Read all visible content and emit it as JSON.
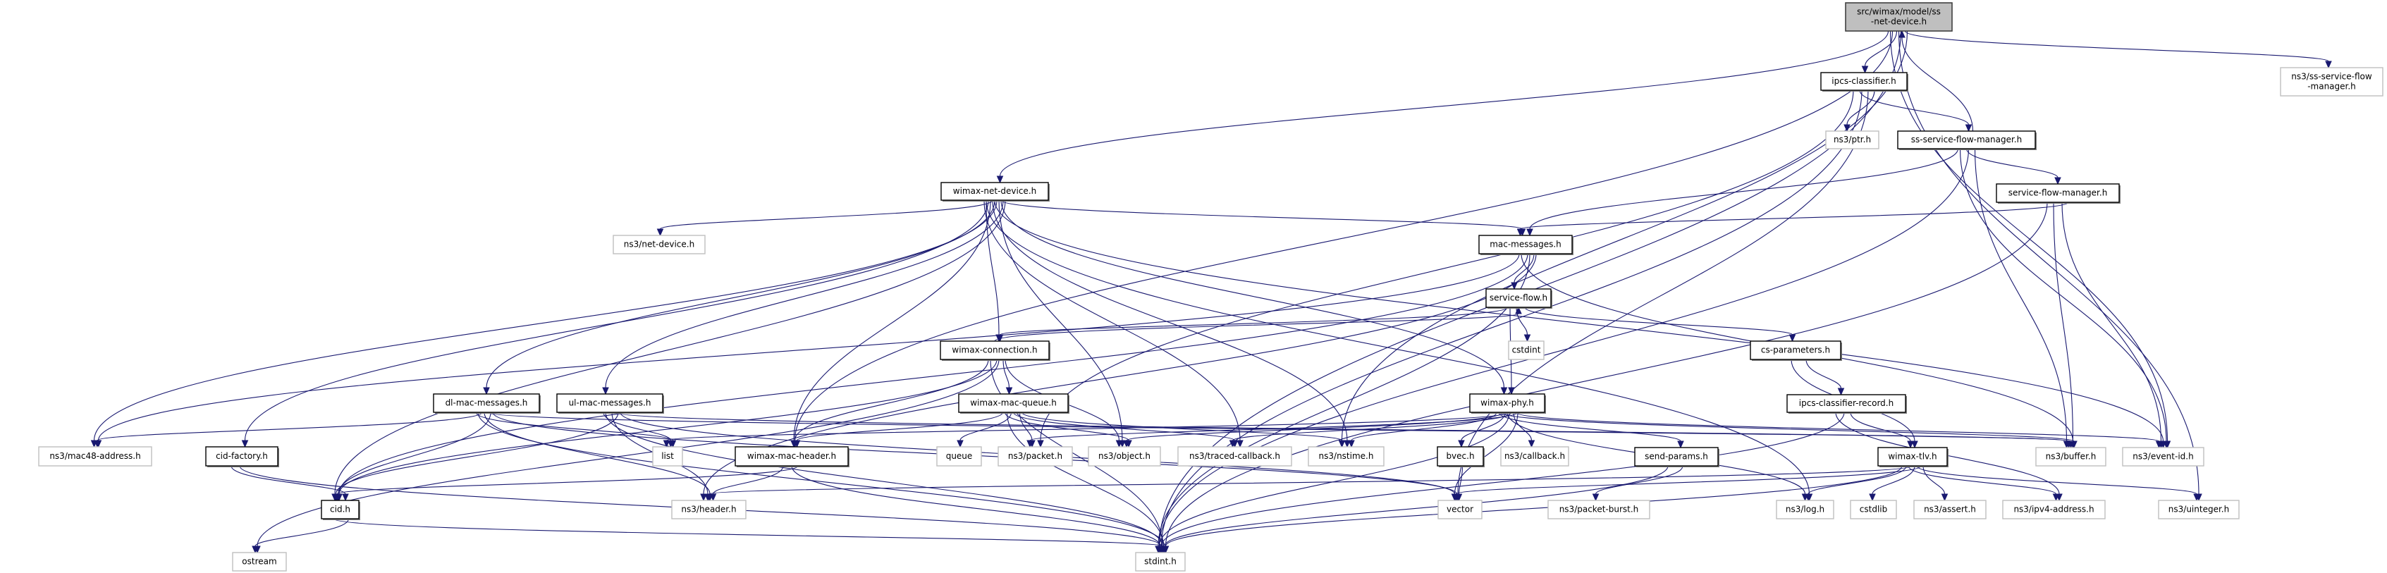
{
  "colors": {
    "edge": "#191970",
    "root_fill": "#bfbfbf",
    "external_border": "#bfbfbf",
    "internal_border": "#000000"
  },
  "nodes": [
    {
      "id": "root",
      "label": [
        "src/wimax/model/ss",
        "-net-device.h"
      ],
      "kind": "root"
    },
    {
      "id": "ns3ssfm",
      "label": [
        "ns3/ss-service-flow",
        "-manager.h"
      ],
      "kind": "external"
    },
    {
      "id": "ipcs",
      "label": [
        "ipcs-classifier.h"
      ],
      "kind": "internal"
    },
    {
      "id": "ptr",
      "label": [
        "ns3/ptr.h"
      ],
      "kind": "external"
    },
    {
      "id": "ssfm",
      "label": [
        "ss-service-flow-manager.h"
      ],
      "kind": "internal"
    },
    {
      "id": "sfm",
      "label": [
        "service-flow-manager.h"
      ],
      "kind": "internal"
    },
    {
      "id": "wnd",
      "label": [
        "wimax-net-device.h"
      ],
      "kind": "internal"
    },
    {
      "id": "netdev",
      "label": [
        "ns3/net-device.h"
      ],
      "kind": "external"
    },
    {
      "id": "macmsg",
      "label": [
        "mac-messages.h"
      ],
      "kind": "internal"
    },
    {
      "id": "sflow",
      "label": [
        "service-flow.h"
      ],
      "kind": "internal"
    },
    {
      "id": "cstdint",
      "label": [
        "cstdint"
      ],
      "kind": "external"
    },
    {
      "id": "csparam",
      "label": [
        "cs-parameters.h"
      ],
      "kind": "internal"
    },
    {
      "id": "wconn",
      "label": [
        "wimax-connection.h"
      ],
      "kind": "internal"
    },
    {
      "id": "icr",
      "label": [
        "ipcs-classifier-record.h"
      ],
      "kind": "internal"
    },
    {
      "id": "dlmac",
      "label": [
        "dl-mac-messages.h"
      ],
      "kind": "internal"
    },
    {
      "id": "ulmac",
      "label": [
        "ul-mac-messages.h"
      ],
      "kind": "internal"
    },
    {
      "id": "wmq",
      "label": [
        "wimax-mac-queue.h"
      ],
      "kind": "internal"
    },
    {
      "id": "wphy",
      "label": [
        "wimax-phy.h"
      ],
      "kind": "internal"
    },
    {
      "id": "mac48",
      "label": [
        "ns3/mac48-address.h"
      ],
      "kind": "external"
    },
    {
      "id": "cidf",
      "label": [
        "cid-factory.h"
      ],
      "kind": "internal"
    },
    {
      "id": "list",
      "label": [
        "list"
      ],
      "kind": "external"
    },
    {
      "id": "wmh",
      "label": [
        "wimax-mac-header.h"
      ],
      "kind": "internal"
    },
    {
      "id": "queue",
      "label": [
        "queue"
      ],
      "kind": "external"
    },
    {
      "id": "packet",
      "label": [
        "ns3/packet.h"
      ],
      "kind": "external"
    },
    {
      "id": "object",
      "label": [
        "ns3/object.h"
      ],
      "kind": "external"
    },
    {
      "id": "tcb",
      "label": [
        "ns3/traced-callback.h"
      ],
      "kind": "external"
    },
    {
      "id": "nstime",
      "label": [
        "ns3/nstime.h"
      ],
      "kind": "external"
    },
    {
      "id": "bvec",
      "label": [
        "bvec.h"
      ],
      "kind": "internal"
    },
    {
      "id": "callback",
      "label": [
        "ns3/callback.h"
      ],
      "kind": "external"
    },
    {
      "id": "sendp",
      "label": [
        "send-params.h"
      ],
      "kind": "internal"
    },
    {
      "id": "tlv",
      "label": [
        "wimax-tlv.h"
      ],
      "kind": "internal"
    },
    {
      "id": "buffer",
      "label": [
        "ns3/buffer.h"
      ],
      "kind": "external"
    },
    {
      "id": "eventid",
      "label": [
        "ns3/event-id.h"
      ],
      "kind": "external"
    },
    {
      "id": "cid",
      "label": [
        "cid.h"
      ],
      "kind": "internal"
    },
    {
      "id": "header",
      "label": [
        "ns3/header.h"
      ],
      "kind": "external"
    },
    {
      "id": "vector",
      "label": [
        "vector"
      ],
      "kind": "external"
    },
    {
      "id": "pburst",
      "label": [
        "ns3/packet-burst.h"
      ],
      "kind": "external"
    },
    {
      "id": "log",
      "label": [
        "ns3/log.h"
      ],
      "kind": "external"
    },
    {
      "id": "cstdlib",
      "label": [
        "cstdlib"
      ],
      "kind": "external"
    },
    {
      "id": "assert",
      "label": [
        "ns3/assert.h"
      ],
      "kind": "external"
    },
    {
      "id": "ipv4",
      "label": [
        "ns3/ipv4-address.h"
      ],
      "kind": "external"
    },
    {
      "id": "uinteger",
      "label": [
        "ns3/uinteger.h"
      ],
      "kind": "external"
    },
    {
      "id": "ostream",
      "label": [
        "ostream"
      ],
      "kind": "external"
    },
    {
      "id": "stdint",
      "label": [
        "stdint.h"
      ],
      "kind": "external"
    }
  ],
  "edges": [
    [
      "root",
      "wnd"
    ],
    [
      "root",
      "ipcs"
    ],
    [
      "root",
      "ns3ssfm"
    ],
    [
      "root",
      "eventid"
    ],
    [
      "root",
      "uinteger"
    ],
    [
      "root",
      "nstime"
    ],
    [
      "root",
      "wmh"
    ],
    [
      "root",
      "stdint"
    ],
    [
      "ipcs",
      "ptr"
    ],
    [
      "ipcs",
      "ssfm"
    ],
    [
      "ipcs",
      "vector"
    ],
    [
      "ipcs",
      "packet"
    ],
    [
      "ipcs",
      "stdint"
    ],
    [
      "ssfm",
      "root"
    ],
    [
      "ssfm",
      "macmsg"
    ],
    [
      "ssfm",
      "sfm"
    ],
    [
      "ssfm",
      "buffer"
    ],
    [
      "ssfm",
      "eventid"
    ],
    [
      "ssfm",
      "stdint"
    ],
    [
      "sfm",
      "macmsg"
    ],
    [
      "sfm",
      "buffer"
    ],
    [
      "sfm",
      "eventid"
    ],
    [
      "sfm",
      "stdint"
    ],
    [
      "wnd",
      "netdev"
    ],
    [
      "wnd",
      "macmsg"
    ],
    [
      "wnd",
      "wconn"
    ],
    [
      "wnd",
      "dlmac"
    ],
    [
      "wnd",
      "ulmac"
    ],
    [
      "wnd",
      "cidf"
    ],
    [
      "wnd",
      "mac48"
    ],
    [
      "wnd",
      "cid"
    ],
    [
      "wnd",
      "wmh"
    ],
    [
      "wnd",
      "object"
    ],
    [
      "wnd",
      "tcb"
    ],
    [
      "wnd",
      "nstime"
    ],
    [
      "wnd",
      "wphy"
    ],
    [
      "wnd",
      "log"
    ],
    [
      "wnd",
      "eventid"
    ],
    [
      "macmsg",
      "sflow"
    ],
    [
      "macmsg",
      "mac48"
    ],
    [
      "macmsg",
      "cid"
    ],
    [
      "macmsg",
      "header"
    ],
    [
      "macmsg",
      "buffer"
    ],
    [
      "macmsg",
      "stdint"
    ],
    [
      "sflow",
      "wconn"
    ],
    [
      "sflow",
      "cstdint"
    ],
    [
      "sflow",
      "csparam"
    ],
    [
      "sflow",
      "wphy"
    ],
    [
      "wconn",
      "sflow"
    ],
    [
      "wconn",
      "wmq"
    ],
    [
      "wconn",
      "wmh"
    ],
    [
      "wconn",
      "cid"
    ],
    [
      "wconn",
      "object"
    ],
    [
      "wconn",
      "stdint"
    ],
    [
      "wconn",
      "ostream"
    ],
    [
      "wmq",
      "wmh"
    ],
    [
      "wmq",
      "queue"
    ],
    [
      "wmq",
      "packet"
    ],
    [
      "wmq",
      "object"
    ],
    [
      "wmq",
      "tcb"
    ],
    [
      "wmq",
      "nstime"
    ],
    [
      "wmq",
      "stdint"
    ],
    [
      "wphy",
      "list"
    ],
    [
      "wphy",
      "packet"
    ],
    [
      "wphy",
      "object"
    ],
    [
      "wphy",
      "tcb"
    ],
    [
      "wphy",
      "nstime"
    ],
    [
      "wphy",
      "bvec"
    ],
    [
      "wphy",
      "callback"
    ],
    [
      "wphy",
      "sendp"
    ],
    [
      "wphy",
      "log"
    ],
    [
      "wphy",
      "eventid"
    ],
    [
      "wphy",
      "buffer"
    ],
    [
      "wphy",
      "stdint"
    ],
    [
      "wphy",
      "vector"
    ],
    [
      "dlmac",
      "mac48"
    ],
    [
      "dlmac",
      "cid"
    ],
    [
      "dlmac",
      "list"
    ],
    [
      "dlmac",
      "header"
    ],
    [
      "dlmac",
      "vector"
    ],
    [
      "dlmac",
      "stdint"
    ],
    [
      "dlmac",
      "buffer"
    ],
    [
      "ulmac",
      "cid"
    ],
    [
      "ulmac",
      "list"
    ],
    [
      "ulmac",
      "header"
    ],
    [
      "ulmac",
      "vector"
    ],
    [
      "ulmac",
      "stdint"
    ],
    [
      "ulmac",
      "buffer"
    ],
    [
      "cidf",
      "cid"
    ],
    [
      "cidf",
      "stdint"
    ],
    [
      "wmh",
      "cid"
    ],
    [
      "wmh",
      "header"
    ],
    [
      "wmh",
      "stdint"
    ],
    [
      "cid",
      "ostream"
    ],
    [
      "cid",
      "stdint"
    ],
    [
      "bvec",
      "vector"
    ],
    [
      "csparam",
      "icr"
    ],
    [
      "csparam",
      "tlv"
    ],
    [
      "icr",
      "tlv"
    ],
    [
      "icr",
      "ipv4"
    ],
    [
      "icr",
      "stdint"
    ],
    [
      "sendp",
      "pburst"
    ],
    [
      "sendp",
      "stdint"
    ],
    [
      "tlv",
      "header"
    ],
    [
      "tlv",
      "vector"
    ],
    [
      "tlv",
      "log"
    ],
    [
      "tlv",
      "cstdlib"
    ],
    [
      "tlv",
      "assert"
    ],
    [
      "tlv",
      "ipv4"
    ],
    [
      "tlv",
      "uinteger"
    ],
    [
      "tlv",
      "stdint"
    ]
  ]
}
